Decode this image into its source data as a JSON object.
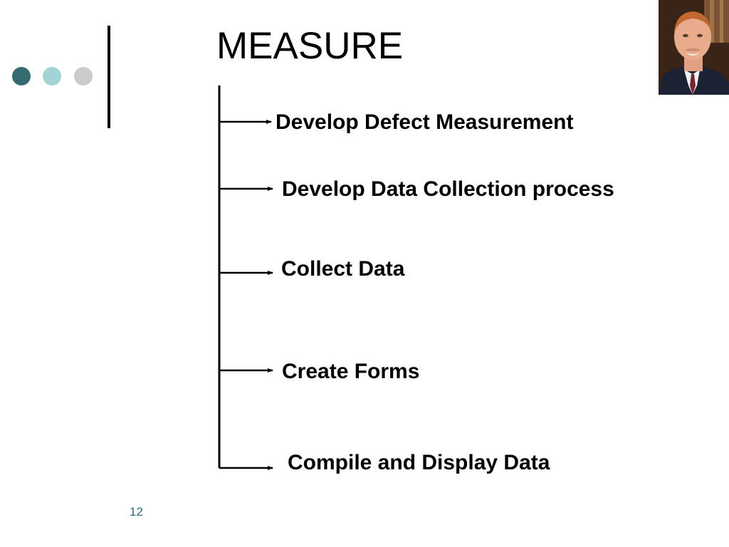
{
  "slide": {
    "title": "MEASURE",
    "page_number": "12"
  },
  "decor": {
    "dot_colors": [
      "#336b71",
      "#a4d3d5",
      "#cbcbcb"
    ],
    "photo": "portrait-photo"
  },
  "steps": [
    {
      "label": "Develop Defect Measurement"
    },
    {
      "label": "Develop Data Collection process"
    },
    {
      "label": "Collect Data"
    },
    {
      "label": "Create Forms"
    },
    {
      "label": "Compile and Display Data"
    }
  ]
}
